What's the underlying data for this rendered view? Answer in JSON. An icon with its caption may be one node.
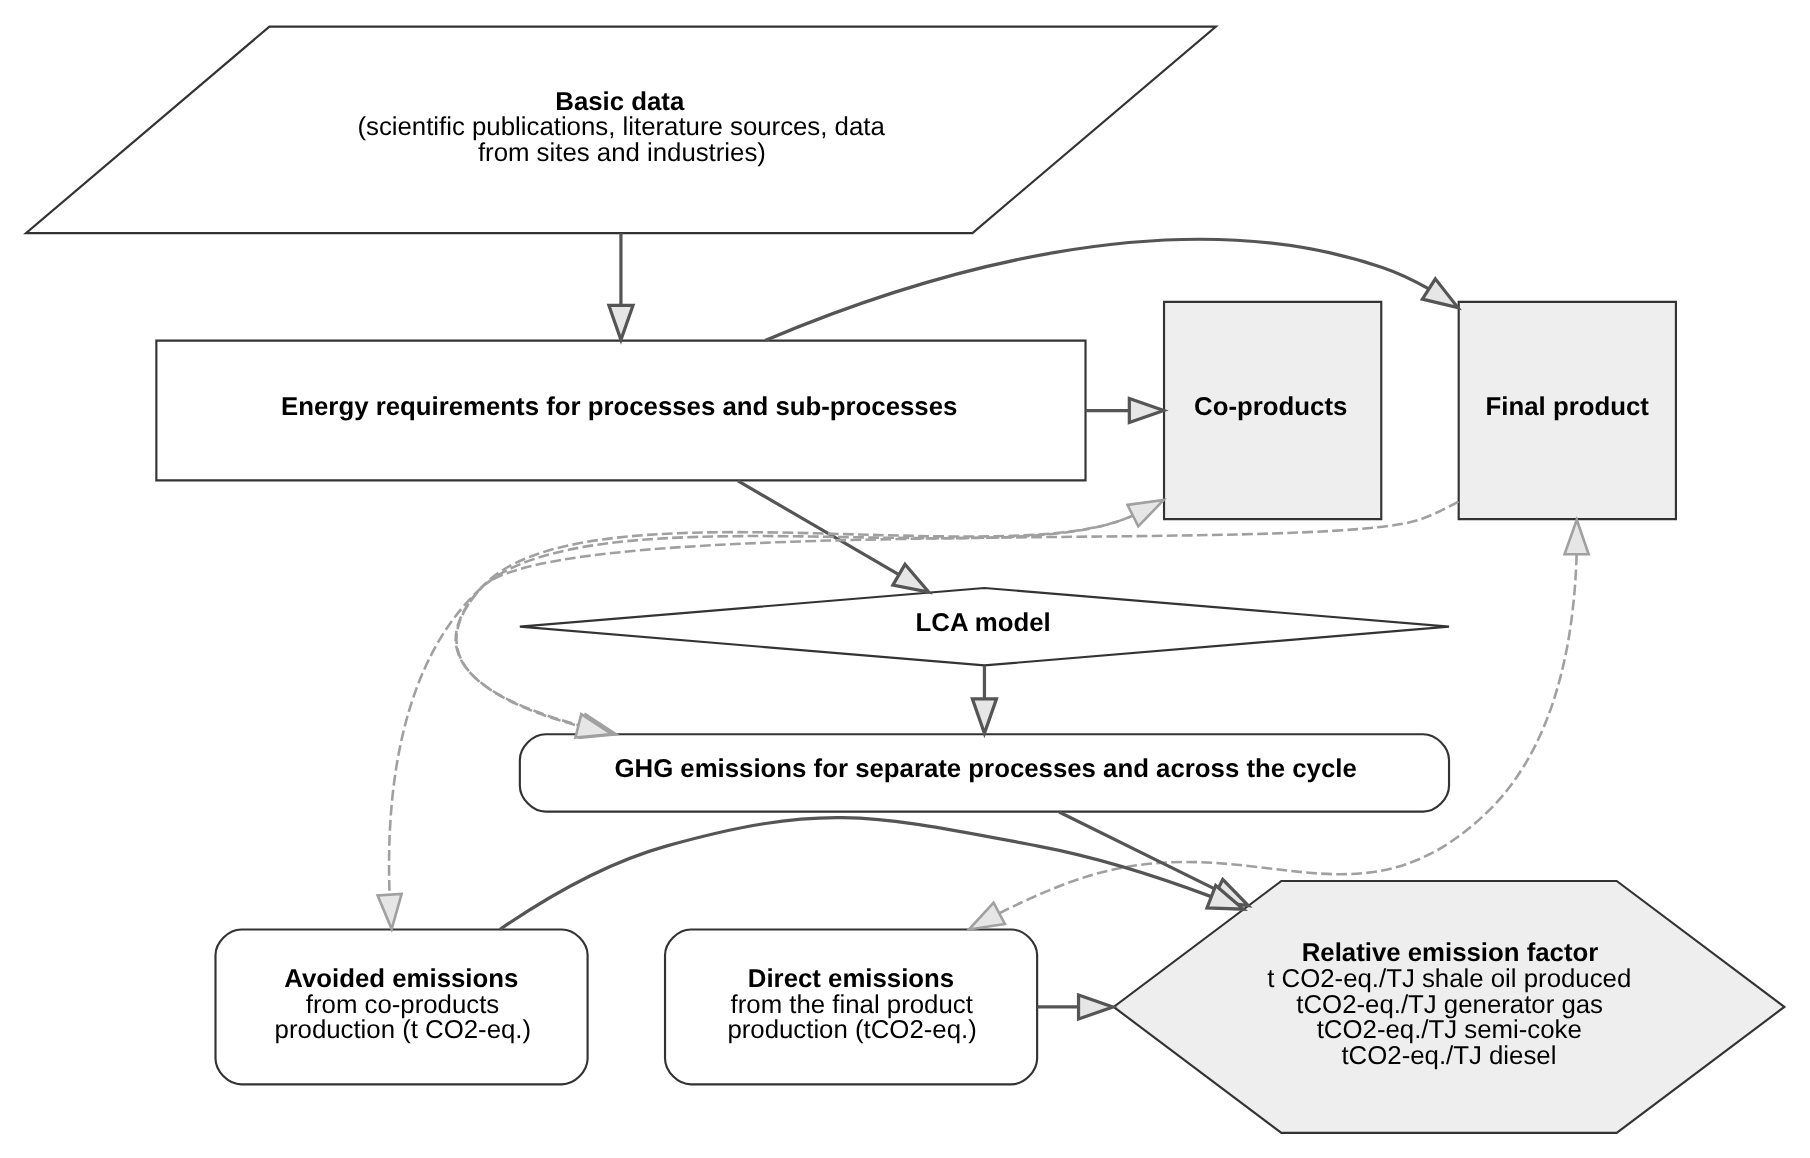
{
  "diagram": {
    "nodes": [
      {
        "text": [
          "Basic data",
          "(scientific publications, literature sources, data from sites and industries)"
        ]
      },
      {
        "text": [
          "Energy requirements for processes and sub-processes"
        ]
      },
      {
        "text": [
          "Final product"
        ]
      },
      {
        "text": [
          "Co-products"
        ]
      },
      {
        "text": [
          "LCA model"
        ]
      },
      {
        "text": [
          "GHG emissions for separate processes and across the cycle"
        ]
      },
      {
        "text": [
          "Relative emission factor",
          "t CO2-eq./TJ shale oil produced",
          "tCO2-eq./TJ generator gas",
          "tCO2-eq./TJ semi-coke",
          "tCO2-eq./TJ diesel"
        ]
      },
      {
        "text": [
          "Direct emissions",
          "from the final product production (tCO2-eq.)"
        ]
      },
      {
        "text": [
          "Avoided emissions",
          "from co-products production (t CO2-eq.)"
        ]
      }
    ],
    "edges": [
      {
        "from": 0,
        "to": 1,
        "arrow": "to"
      },
      {
        "from": 1,
        "to": 2,
        "arrow": "to"
      },
      {
        "from": 1,
        "to": 3,
        "arrow": "to"
      },
      {
        "from": 1,
        "to": 4,
        "arrow": "to"
      },
      {
        "from": 4,
        "to": 5,
        "arrow": "to"
      },
      {
        "from": 5,
        "to": 6,
        "arrow": "to"
      },
      {
        "from": 7,
        "to": 6,
        "arrow": "to"
      },
      {
        "from": 8,
        "to": 6,
        "arrow": "to"
      },
      {
        "from": 2,
        "to": 7,
        "arrow": "both",
        "style": "dashed",
        "color": "#a0a0a0"
      },
      {
        "from": 2,
        "to": 5,
        "arrow": "to",
        "style": "dashed",
        "color": "#a0a0a0"
      },
      {
        "from": 3,
        "to": 8,
        "arrow": "both",
        "style": "dashed",
        "color": "#a0a0a0"
      },
      {
        "from": 3,
        "to": 5,
        "arrow": "to",
        "style": "dashed",
        "color": "#a0a0a0"
      }
    ]
  }
}
